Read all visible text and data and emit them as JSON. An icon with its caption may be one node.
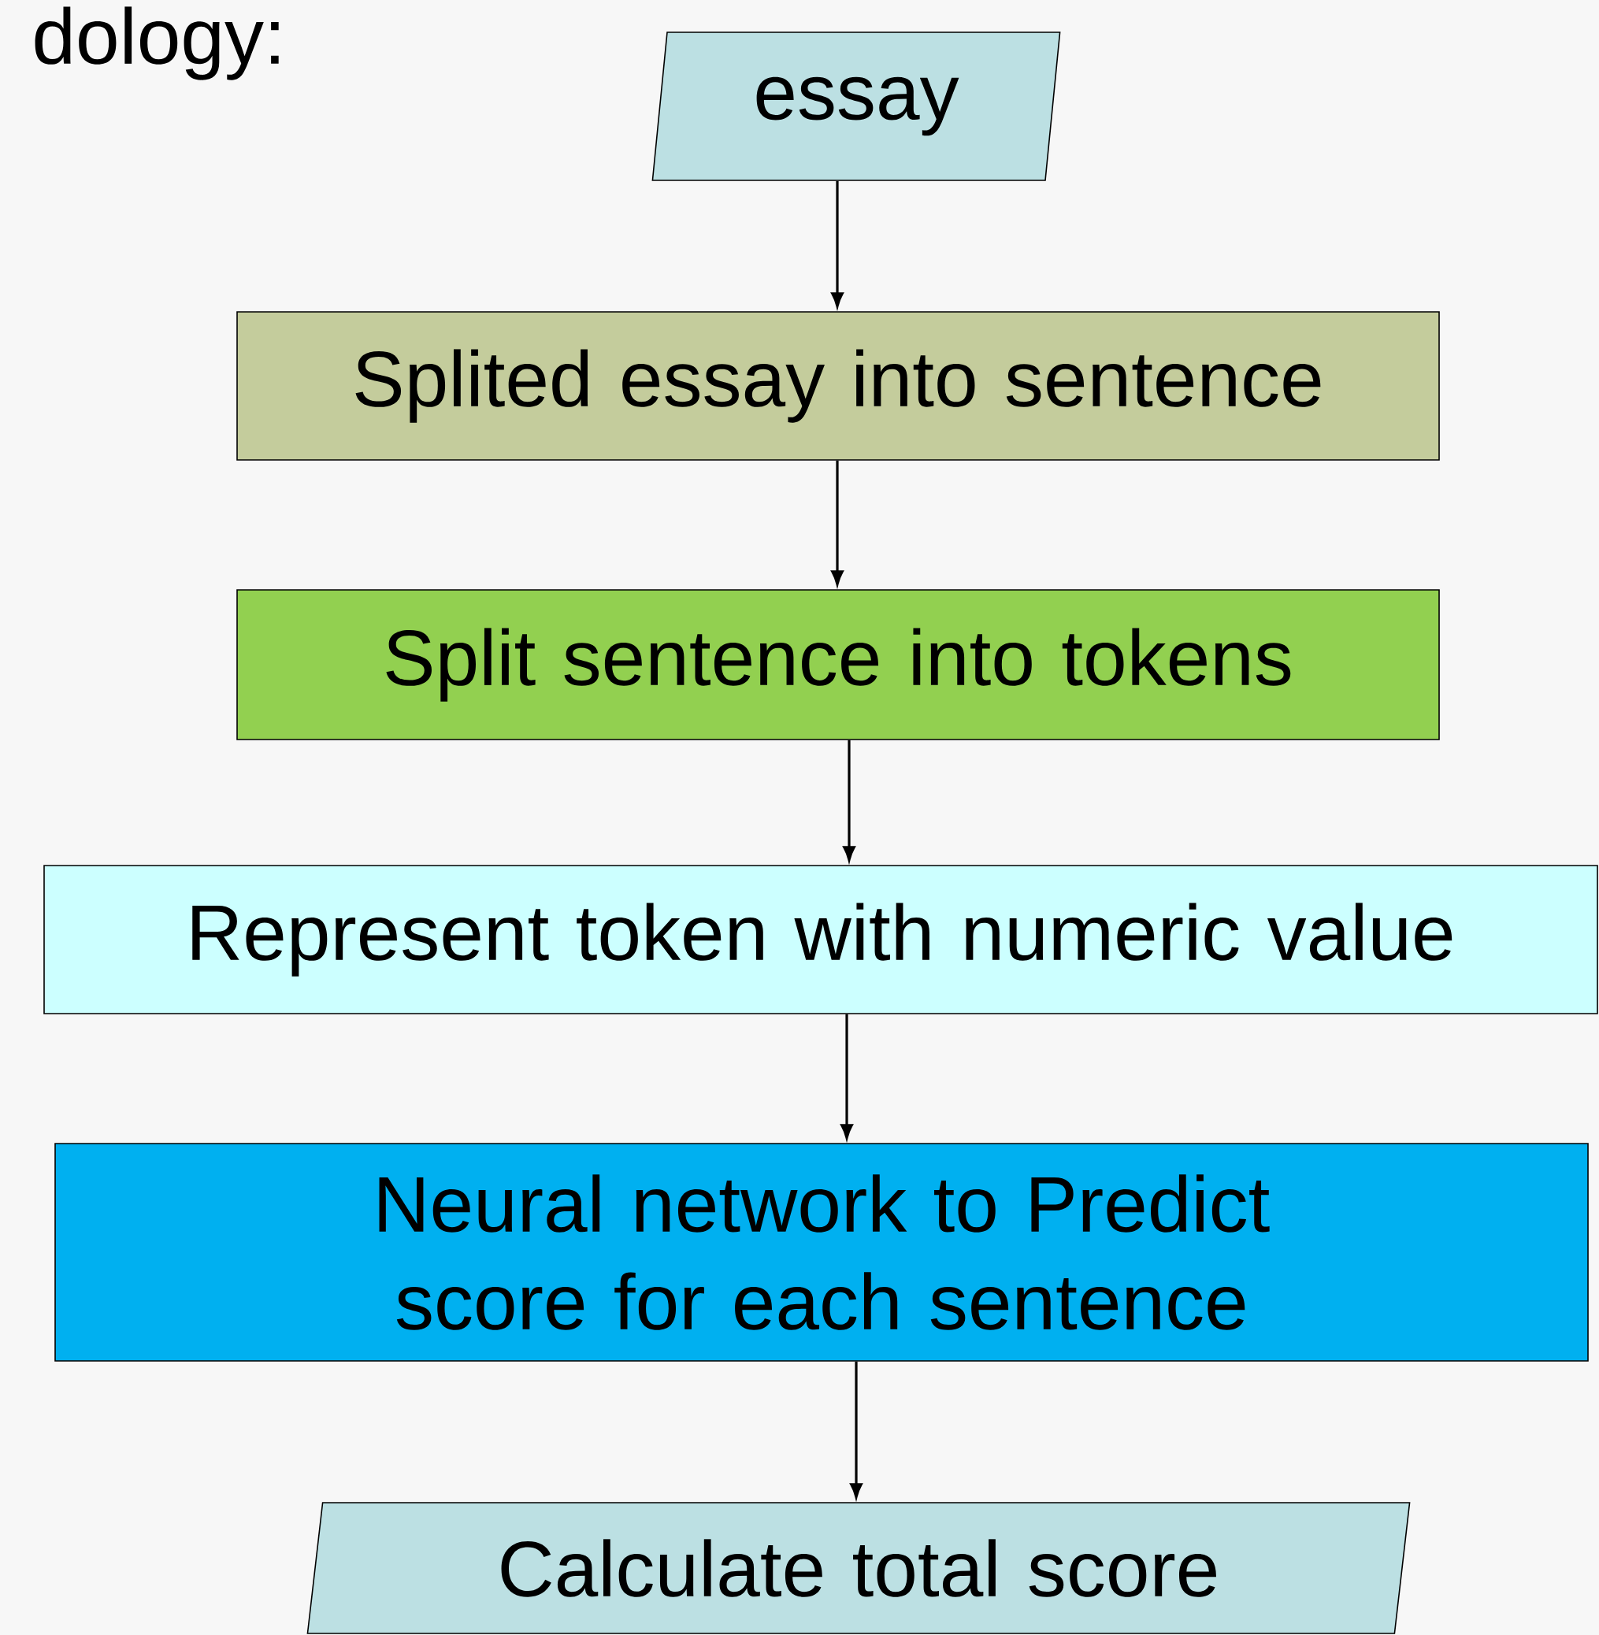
{
  "diagram": {
    "nodes": [
      {
        "text": [
          "essay"
        ]
      },
      {
        "text": [
          "Splited essay into sentence"
        ]
      },
      {
        "text": [
          "Split sentence into tokens"
        ]
      },
      {
        "text": [
          "Represent token with numeric value"
        ]
      },
      {
        "text": [
          "Neural network to Predict score for each sentence"
        ]
      },
      {
        "text": [
          "Calculate total score"
        ]
      }
    ],
    "edges": [
      {
        "from": 0,
        "to": 1,
        "arrow": "to"
      },
      {
        "from": 1,
        "to": 2,
        "arrow": "to"
      },
      {
        "from": 2,
        "to": 3,
        "arrow": "to"
      },
      {
        "from": 3,
        "to": 4,
        "arrow": "to"
      },
      {
        "from": 4,
        "to": 5,
        "arrow": "to"
      }
    ],
    "labels": [
      "dology:"
    ]
  }
}
